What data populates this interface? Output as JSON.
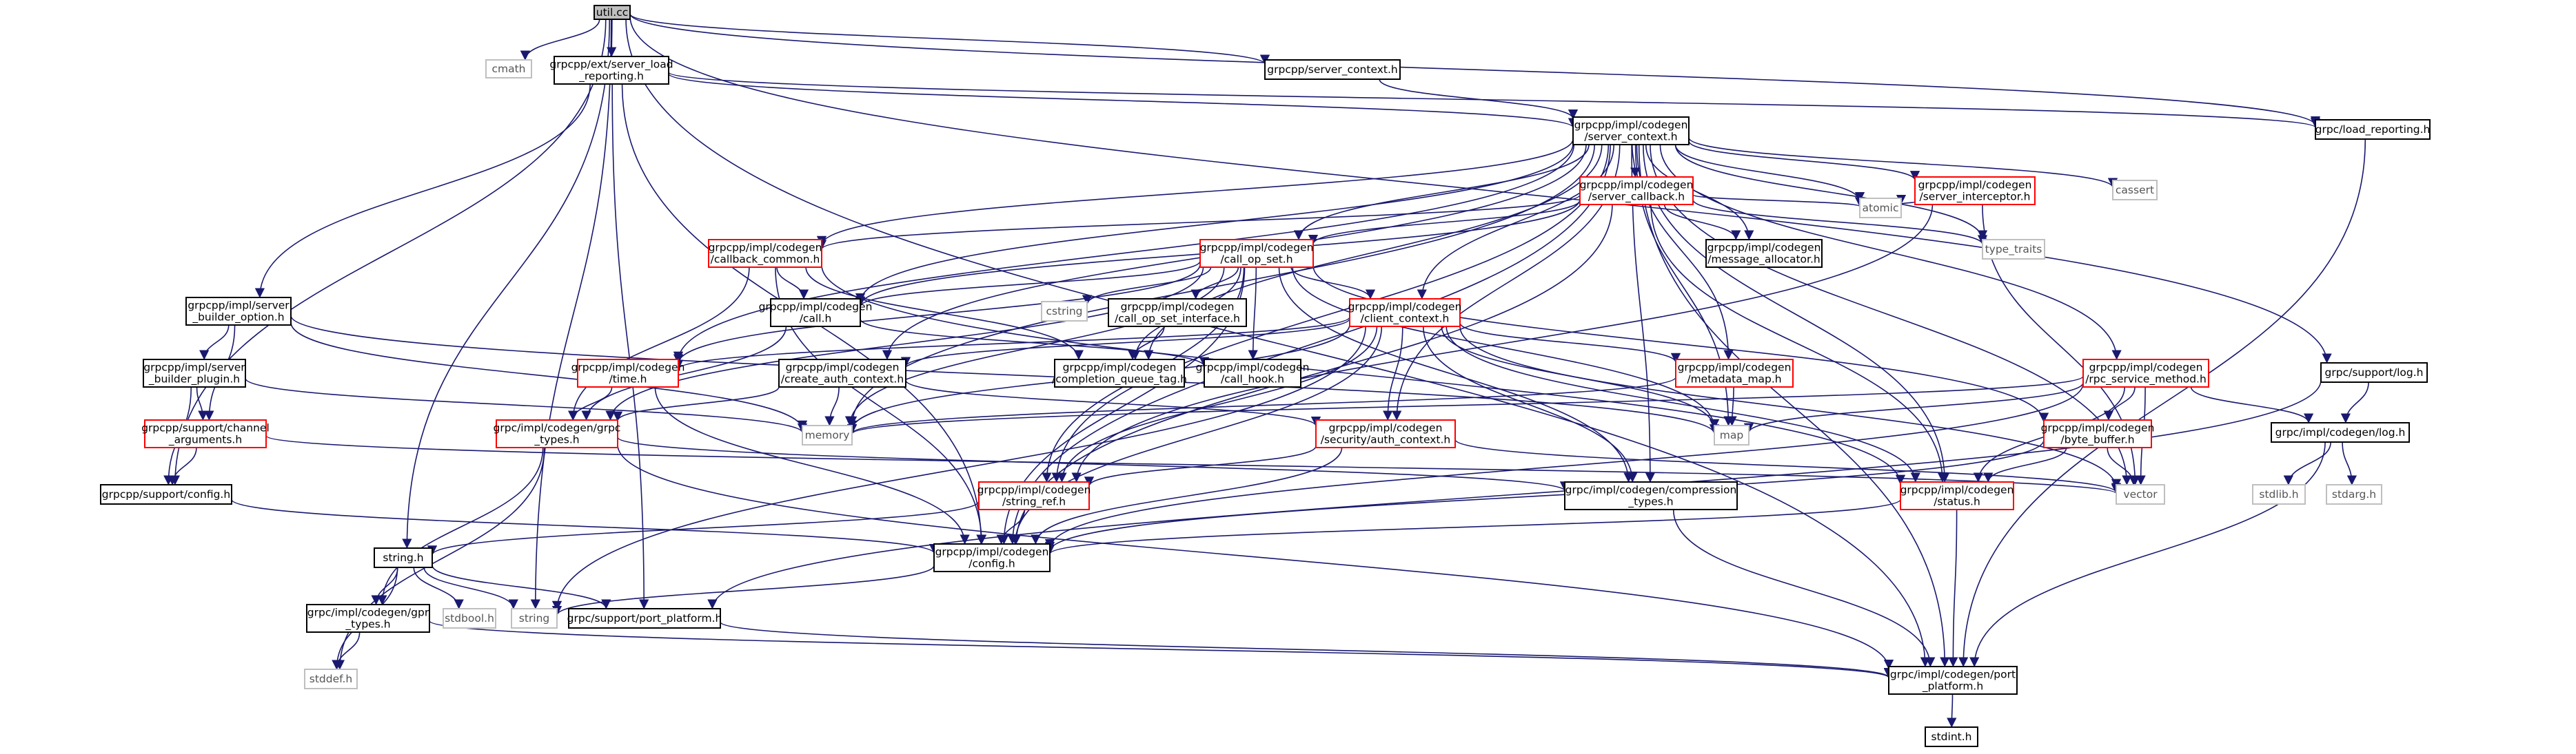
{
  "graph": {
    "edge_color": "#191970",
    "colors": {
      "root_fill": "#bfbfbf",
      "normal_border": "#000000",
      "partial_border": "#ff0000",
      "system_border": "#bfbfbf"
    },
    "nodes": [
      {
        "id": "util",
        "lines": [
          "util.cc"
        ],
        "kind": "root"
      },
      {
        "id": "cmath",
        "lines": [
          "cmath"
        ],
        "kind": "system"
      },
      {
        "id": "load_reporting_ext",
        "lines": [
          "grpcpp/ext/server_load",
          "_reporting.h"
        ],
        "kind": "normal"
      },
      {
        "id": "server_context_pp",
        "lines": [
          "grpcpp/server_context.h"
        ],
        "kind": "normal"
      },
      {
        "id": "load_reporting_grpc",
        "lines": [
          "grpc/load_reporting.h"
        ],
        "kind": "normal"
      },
      {
        "id": "server_context_impl",
        "lines": [
          "grpcpp/impl/codegen",
          "/server_context.h"
        ],
        "kind": "normal"
      },
      {
        "id": "server_callback",
        "lines": [
          "grpcpp/impl/codegen",
          "/server_callback.h"
        ],
        "kind": "partial"
      },
      {
        "id": "server_interceptor",
        "lines": [
          "grpcpp/impl/codegen",
          "/server_interceptor.h"
        ],
        "kind": "partial"
      },
      {
        "id": "cassert",
        "lines": [
          "cassert"
        ],
        "kind": "system"
      },
      {
        "id": "atomic",
        "lines": [
          "atomic"
        ],
        "kind": "system"
      },
      {
        "id": "type_traits",
        "lines": [
          "type_traits"
        ],
        "kind": "system"
      },
      {
        "id": "message_allocator",
        "lines": [
          "grpcpp/impl/codegen",
          "/message_allocator.h"
        ],
        "kind": "normal"
      },
      {
        "id": "callback_common",
        "lines": [
          "grpcpp/impl/codegen",
          "/callback_common.h"
        ],
        "kind": "partial"
      },
      {
        "id": "call_op_set",
        "lines": [
          "grpcpp/impl/codegen",
          "/call_op_set.h"
        ],
        "kind": "partial"
      },
      {
        "id": "server_builder_option",
        "lines": [
          "grpcpp/impl/server",
          "_builder_option.h"
        ],
        "kind": "normal"
      },
      {
        "id": "call_h",
        "lines": [
          "grpcpp/impl/codegen",
          "/call.h"
        ],
        "kind": "normal"
      },
      {
        "id": "cstring",
        "lines": [
          "cstring"
        ],
        "kind": "system"
      },
      {
        "id": "call_op_set_interface",
        "lines": [
          "grpcpp/impl/codegen",
          "/call_op_set_interface.h"
        ],
        "kind": "normal"
      },
      {
        "id": "client_context",
        "lines": [
          "grpcpp/impl/codegen",
          "/client_context.h"
        ],
        "kind": "partial"
      },
      {
        "id": "rpc_service_method",
        "lines": [
          "grpcpp/impl/codegen",
          "/rpc_service_method.h"
        ],
        "kind": "partial"
      },
      {
        "id": "support_log",
        "lines": [
          "grpc/support/log.h"
        ],
        "kind": "normal"
      },
      {
        "id": "server_builder_plugin",
        "lines": [
          "grpcpp/impl/server",
          "_builder_plugin.h"
        ],
        "kind": "normal"
      },
      {
        "id": "time_h",
        "lines": [
          "grpcpp/impl/codegen",
          "/time.h"
        ],
        "kind": "partial"
      },
      {
        "id": "create_auth_context",
        "lines": [
          "grpcpp/impl/codegen",
          "/create_auth_context.h"
        ],
        "kind": "normal"
      },
      {
        "id": "completion_queue_tag",
        "lines": [
          "grpcpp/impl/codegen",
          "/completion_queue_tag.h"
        ],
        "kind": "normal"
      },
      {
        "id": "call_hook",
        "lines": [
          "grpcpp/impl/codegen",
          "/call_hook.h"
        ],
        "kind": "normal"
      },
      {
        "id": "metadata_map",
        "lines": [
          "grpcpp/impl/codegen",
          "/metadata_map.h"
        ],
        "kind": "partial"
      },
      {
        "id": "byte_buffer",
        "lines": [
          "grpcpp/impl/codegen",
          "/byte_buffer.h"
        ],
        "kind": "partial"
      },
      {
        "id": "impl_log",
        "lines": [
          "grpc/impl/codegen/log.h"
        ],
        "kind": "normal"
      },
      {
        "id": "channel_arguments",
        "lines": [
          "grpcpp/support/channel",
          "_arguments.h"
        ],
        "kind": "partial"
      },
      {
        "id": "memory",
        "lines": [
          "memory"
        ],
        "kind": "system"
      },
      {
        "id": "grpc_types",
        "lines": [
          "grpc/impl/codegen/grpc",
          "_types.h"
        ],
        "kind": "partial"
      },
      {
        "id": "auth_context",
        "lines": [
          "grpcpp/impl/codegen",
          "/security/auth_context.h"
        ],
        "kind": "partial"
      },
      {
        "id": "map",
        "lines": [
          "map"
        ],
        "kind": "system"
      },
      {
        "id": "stdlib",
        "lines": [
          "stdlib.h"
        ],
        "kind": "system"
      },
      {
        "id": "stdarg",
        "lines": [
          "stdarg.h"
        ],
        "kind": "system"
      },
      {
        "id": "support_config",
        "lines": [
          "grpcpp/support/config.h"
        ],
        "kind": "normal"
      },
      {
        "id": "string_ref",
        "lines": [
          "grpcpp/impl/codegen",
          "/string_ref.h"
        ],
        "kind": "partial"
      },
      {
        "id": "compression_types",
        "lines": [
          "grpc/impl/codegen/compression",
          "_types.h"
        ],
        "kind": "normal"
      },
      {
        "id": "status_h",
        "lines": [
          "grpcpp/impl/codegen",
          "/status.h"
        ],
        "kind": "partial"
      },
      {
        "id": "vector",
        "lines": [
          "vector"
        ],
        "kind": "system"
      },
      {
        "id": "config_h",
        "lines": [
          "grpcpp/impl/codegen",
          "/config.h"
        ],
        "kind": "normal"
      },
      {
        "id": "string_h",
        "lines": [
          "string.h"
        ],
        "kind": "normal"
      },
      {
        "id": "stdbool",
        "lines": [
          "stdbool.h"
        ],
        "kind": "system"
      },
      {
        "id": "string",
        "lines": [
          "string"
        ],
        "kind": "system"
      },
      {
        "id": "gpr_types",
        "lines": [
          "grpc/impl/codegen/gpr",
          "_types.h"
        ],
        "kind": "normal"
      },
      {
        "id": "port_platform_support",
        "lines": [
          "grpc/support/port_platform.h"
        ],
        "kind": "normal"
      },
      {
        "id": "stddef",
        "lines": [
          "stddef.h"
        ],
        "kind": "system"
      },
      {
        "id": "port_platform_impl",
        "lines": [
          "grpc/impl/codegen/port",
          "_platform.h"
        ],
        "kind": "normal"
      },
      {
        "id": "stdint",
        "lines": [
          "stdint.h"
        ],
        "kind": "normal"
      }
    ],
    "edges": [
      [
        "util",
        "cmath"
      ],
      [
        "util",
        "load_reporting_ext"
      ],
      [
        "util",
        "server_context_pp"
      ],
      [
        "util",
        "load_reporting_grpc"
      ],
      [
        "util",
        "support_log"
      ],
      [
        "util",
        "string_h"
      ],
      [
        "util",
        "string"
      ],
      [
        "util",
        "support_config"
      ],
      [
        "util",
        "port_platform_impl"
      ],
      [
        "load_reporting_ext",
        "server_context_impl"
      ],
      [
        "load_reporting_ext",
        "load_reporting_grpc"
      ],
      [
        "load_reporting_ext",
        "server_builder_option"
      ],
      [
        "load_reporting_ext",
        "port_platform_support"
      ],
      [
        "load_reporting_ext",
        "config_h"
      ],
      [
        "server_context_pp",
        "server_context_impl"
      ],
      [
        "load_reporting_grpc",
        "port_platform_impl"
      ],
      [
        "server_context_impl",
        "server_callback"
      ],
      [
        "server_context_impl",
        "server_interceptor"
      ],
      [
        "server_context_impl",
        "cassert"
      ],
      [
        "server_context_impl",
        "atomic"
      ],
      [
        "server_context_impl",
        "type_traits"
      ],
      [
        "server_context_impl",
        "message_allocator"
      ],
      [
        "server_context_impl",
        "callback_common"
      ],
      [
        "server_context_impl",
        "call_op_set"
      ],
      [
        "server_context_impl",
        "call_h"
      ],
      [
        "server_context_impl",
        "client_context"
      ],
      [
        "server_context_impl",
        "rpc_service_method"
      ],
      [
        "server_context_impl",
        "time_h"
      ],
      [
        "server_context_impl",
        "create_auth_context"
      ],
      [
        "server_context_impl",
        "completion_queue_tag"
      ],
      [
        "server_context_impl",
        "metadata_map"
      ],
      [
        "server_context_impl",
        "memory"
      ],
      [
        "server_context_impl",
        "map"
      ],
      [
        "server_context_impl",
        "vector"
      ],
      [
        "server_context_impl",
        "status_h"
      ],
      [
        "server_context_impl",
        "string_ref"
      ],
      [
        "server_context_impl",
        "config_h"
      ],
      [
        "server_context_impl",
        "compression_types"
      ],
      [
        "server_context_impl",
        "auth_context"
      ],
      [
        "server_context_impl",
        "port_platform_impl"
      ],
      [
        "server_callback",
        "message_allocator"
      ],
      [
        "server_callback",
        "atomic"
      ],
      [
        "server_callback",
        "type_traits"
      ],
      [
        "server_callback",
        "callback_common"
      ],
      [
        "server_callback",
        "call_op_set"
      ],
      [
        "server_callback",
        "call_h"
      ],
      [
        "server_callback",
        "status_h"
      ],
      [
        "server_callback",
        "config_h"
      ],
      [
        "server_interceptor",
        "atomic"
      ],
      [
        "server_interceptor",
        "vector"
      ],
      [
        "server_interceptor",
        "string_ref"
      ],
      [
        "callback_common",
        "call_h"
      ],
      [
        "callback_common",
        "grpc_types"
      ],
      [
        "callback_common",
        "completion_queue_tag"
      ],
      [
        "callback_common",
        "config_h"
      ],
      [
        "callback_common",
        "status_h"
      ],
      [
        "call_op_set",
        "cstring"
      ],
      [
        "call_op_set",
        "call_h"
      ],
      [
        "call_op_set",
        "call_op_set_interface"
      ],
      [
        "call_op_set",
        "call_hook"
      ],
      [
        "call_op_set",
        "client_context"
      ],
      [
        "call_op_set",
        "completion_queue_tag"
      ],
      [
        "call_op_set",
        "time_h"
      ],
      [
        "call_op_set",
        "byte_buffer"
      ],
      [
        "call_op_set",
        "compression_types"
      ],
      [
        "call_op_set",
        "config_h"
      ],
      [
        "call_op_set",
        "string_ref"
      ],
      [
        "call_op_set",
        "grpc_types"
      ],
      [
        "call_op_set",
        "memory"
      ],
      [
        "call_op_set",
        "map"
      ],
      [
        "server_builder_option",
        "server_builder_plugin"
      ],
      [
        "server_builder_option",
        "channel_arguments"
      ],
      [
        "server_builder_option",
        "memory"
      ],
      [
        "server_builder_option",
        "map"
      ],
      [
        "server_builder_plugin",
        "channel_arguments"
      ],
      [
        "server_builder_plugin",
        "support_config"
      ],
      [
        "server_builder_plugin",
        "memory"
      ],
      [
        "call_h",
        "grpc_types"
      ],
      [
        "call_h",
        "call_hook"
      ],
      [
        "call_op_set_interface",
        "completion_queue_tag"
      ],
      [
        "client_context",
        "create_auth_context"
      ],
      [
        "client_context",
        "metadata_map"
      ],
      [
        "client_context",
        "auth_context"
      ],
      [
        "client_context",
        "time_h"
      ],
      [
        "client_context",
        "memory"
      ],
      [
        "client_context",
        "map"
      ],
      [
        "client_context",
        "string_ref"
      ],
      [
        "client_context",
        "status_h"
      ],
      [
        "client_context",
        "compression_types"
      ],
      [
        "client_context",
        "config_h"
      ],
      [
        "client_context",
        "vector"
      ],
      [
        "client_context",
        "string"
      ],
      [
        "rpc_service_method",
        "byte_buffer"
      ],
      [
        "rpc_service_method",
        "impl_log"
      ],
      [
        "rpc_service_method",
        "memory"
      ],
      [
        "rpc_service_method",
        "map"
      ],
      [
        "rpc_service_method",
        "vector"
      ],
      [
        "rpc_service_method",
        "status_h"
      ],
      [
        "rpc_service_method",
        "config_h"
      ],
      [
        "support_log",
        "impl_log"
      ],
      [
        "support_log",
        "port_platform_support"
      ],
      [
        "impl_log",
        "stdlib"
      ],
      [
        "impl_log",
        "stdarg"
      ],
      [
        "impl_log",
        "port_platform_impl"
      ],
      [
        "time_h",
        "grpc_types"
      ],
      [
        "time_h",
        "config_h"
      ],
      [
        "create_auth_context",
        "memory"
      ],
      [
        "create_auth_context",
        "grpc_types"
      ],
      [
        "create_auth_context",
        "auth_context"
      ],
      [
        "metadata_map",
        "map"
      ],
      [
        "metadata_map",
        "memory"
      ],
      [
        "byte_buffer",
        "status_h"
      ],
      [
        "byte_buffer",
        "config_h"
      ],
      [
        "byte_buffer",
        "vector"
      ],
      [
        "channel_arguments",
        "support_config"
      ],
      [
        "channel_arguments",
        "vector"
      ],
      [
        "grpc_types",
        "gpr_types"
      ],
      [
        "grpc_types",
        "stddef"
      ],
      [
        "grpc_types",
        "compression_types"
      ],
      [
        "grpc_types",
        "port_platform_impl"
      ],
      [
        "auth_context",
        "config_h"
      ],
      [
        "auth_context",
        "string_ref"
      ],
      [
        "auth_context",
        "vector"
      ],
      [
        "support_config",
        "config_h"
      ],
      [
        "string_ref",
        "string_h"
      ],
      [
        "string_ref",
        "config_h"
      ],
      [
        "compression_types",
        "port_platform_impl"
      ],
      [
        "status_h",
        "config_h"
      ],
      [
        "status_h",
        "port_platform_impl"
      ],
      [
        "config_h",
        "string"
      ],
      [
        "string_h",
        "stdbool"
      ],
      [
        "string_h",
        "string"
      ],
      [
        "string_h",
        "gpr_types"
      ],
      [
        "string_h",
        "port_platform_support"
      ],
      [
        "string_h",
        "stddef"
      ],
      [
        "gpr_types",
        "stddef"
      ],
      [
        "gpr_types",
        "port_platform_impl"
      ],
      [
        "port_platform_support",
        "port_platform_impl"
      ],
      [
        "port_platform_impl",
        "stdint"
      ]
    ]
  }
}
